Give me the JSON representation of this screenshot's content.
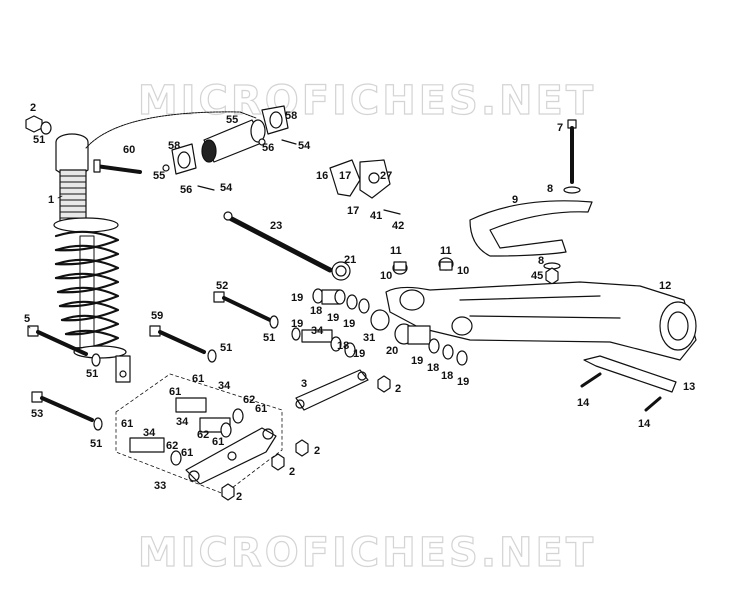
{
  "watermark": {
    "top": "MICROFICHES.NET",
    "bottom": "MICROFICHES.NET"
  },
  "callouts": {
    "c1": "1",
    "c2a": "2",
    "c2b": "2",
    "c2c": "2",
    "c2d": "2",
    "c2e": "2",
    "c3": "3",
    "c5": "5",
    "c7": "7",
    "c8a": "8",
    "c8b": "8",
    "c9": "9",
    "c10a": "10",
    "c10b": "10",
    "c11a": "11",
    "c11b": "11",
    "c12": "12",
    "c13": "13",
    "c14a": "14",
    "c14b": "14",
    "c16": "16",
    "c17a": "17",
    "c17b": "17",
    "c18a": "18",
    "c18b": "18",
    "c18c": "18",
    "c19a": "19",
    "c19b": "19",
    "c19c": "19",
    "c19d": "19",
    "c19e": "19",
    "c19f": "19",
    "c20": "20",
    "c21": "21",
    "c23": "23",
    "c27": "27",
    "c31": "31",
    "c33": "33",
    "c34a": "34",
    "c34b": "34",
    "c34c": "34",
    "c34d": "34",
    "c41": "41",
    "c42": "42",
    "c45": "45",
    "c51a": "51",
    "c51b": "51",
    "c51c": "51",
    "c51d": "51",
    "c51e": "51",
    "c52": "52",
    "c53": "53",
    "c54a": "54",
    "c54b": "54",
    "c55a": "55",
    "c55b": "55",
    "c56a": "56",
    "c56b": "56",
    "c58a": "58",
    "c58b": "58",
    "c59": "59",
    "c60": "60",
    "c61a": "61",
    "c61b": "61",
    "c61c": "61",
    "c61d": "61",
    "c61e": "61",
    "c62a": "62",
    "c62b": "62",
    "c62c": "62"
  }
}
